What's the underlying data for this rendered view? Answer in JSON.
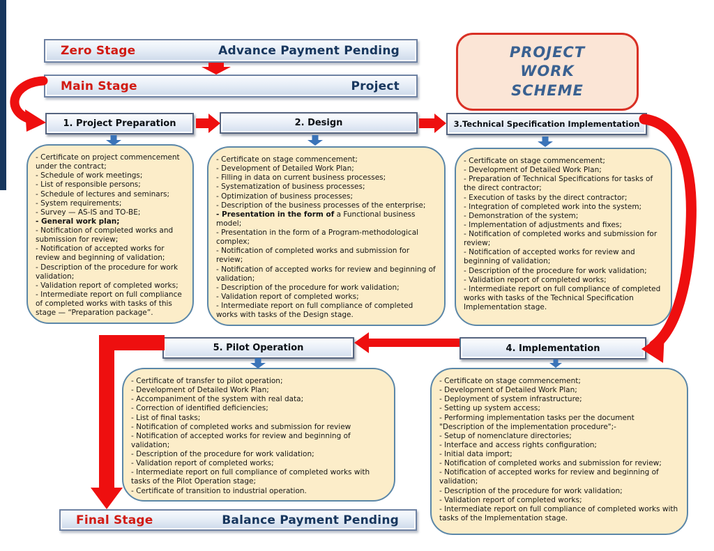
{
  "colors": {
    "red_accent": "#ee0f0f",
    "stage_name_red": "#d11a12",
    "navy_text": "#17365d",
    "steel_blue_arrow": "#3b74b8",
    "detail_box_fill": "#fcedc9",
    "detail_box_border": "#5b87a8",
    "banner_fill": "#dce6f2",
    "scheme_box_fill": "#fbe5d6",
    "scheme_box_border": "#d93025"
  },
  "scheme_title": {
    "lines": [
      "PROJECT",
      "WORK",
      "SCHEME"
    ]
  },
  "banners": {
    "zero": {
      "name": "Zero Stage",
      "status": "Advance Payment Pending"
    },
    "main": {
      "name": "Main Stage",
      "status": "Project"
    },
    "final": {
      "name": "Final Stage",
      "status": "Balance Payment Pending"
    }
  },
  "stages": [
    {
      "title": "1. Project Preparation",
      "items": [
        "- Certificate on project commencement under the contract;",
        "- Schedule of work meetings;",
        "- List of responsible persons;",
        "- Schedule of lectures and seminars;",
        "- System requirements;",
        "- Survey — AS-IS and TO-BE;",
        "**- General work plan;**",
        "- Notification of completed works and submission for review;",
        "- Notification of accepted works for review and beginning of validation;",
        "- Description of the procedure for work validation;",
        "- Validation report of completed works;",
        "- Intermediate report on full compliance of completed works with tasks of this stage — “Preparation package”."
      ]
    },
    {
      "title": "2. Design",
      "items": [
        "- Certificate on stage commencement;",
        "- Development of Detailed Work Plan;",
        "- Filling in data on current business processes;",
        "- Systematization of business processes;",
        "- Optimization of business processes;",
        "- Description of the business processes of the enterprise;",
        "**- Presentation in the form of** a Functional business model;",
        "- Presentation in the form of a Program-methodological complex;",
        "- Notification of completed works and submission for review;",
        "- Notification of accepted works for review and beginning of validation;",
        "- Description of the procedure for work validation;",
        "- Validation report of completed works;",
        "- Intermediate report on full compliance of completed works with tasks of the Design stage."
      ]
    },
    {
      "title": "3.Technical Specification Implementation",
      "items": [
        "- Certificate on stage commencement;",
        "- Development of Detailed Work Plan;",
        "- Preparation of Technical Specifications for tasks of the direct contractor;",
        "- Execution of tasks by the direct contractor;",
        "- Integration of completed work into the system;",
        "- Demonstration of the system;",
        "- Implementation of adjustments and fixes;",
        "- Notification of completed works and submission for review;",
        "- Notification of accepted works for review and beginning of validation;",
        "- Description of the procedure for work validation;",
        "- Validation report of completed works;",
        "- Intermediate report on full compliance of completed works with tasks of the Technical Specification Implementation stage."
      ]
    },
    {
      "title": "4. Implementation",
      "items": [
        "- Certificate on stage commencement;",
        "- Development of Detailed Work Plan;",
        "- Deployment of system infrastructure;",
        "- Setting up system access;",
        "- Performing implementation tasks per the document \"Description of the implementation procedure\";-",
        "- Setup of nomenclature directories;",
        "- Interface and access rights configuration;",
        "- Initial data import;",
        "- Notification of completed works and submission for review;",
        "- Notification of accepted works for review and beginning of validation;",
        "- Description of the procedure for work validation;",
        "- Validation report of completed works;",
        "- Intermediate report on full compliance of completed works with tasks of the Implementation stage."
      ]
    },
    {
      "title": "5. Pilot Operation",
      "items": [
        "- Certificate of transfer to pilot operation;",
        "- Development of Detailed Work Plan;",
        "- Accompaniment of the system with real data;",
        "- Correction of identified deficiencies;",
        "- List of final tasks;",
        "- Notification of completed works and submission for review",
        "- Notification of accepted works for review and beginning of validation;",
        "- Description of the procedure for work validation;",
        "- Validation report of completed works;",
        "- Intermediate report on full compliance of completed works with tasks of the Pilot Operation stage;",
        "- Certificate of transition to industrial operation."
      ]
    }
  ]
}
